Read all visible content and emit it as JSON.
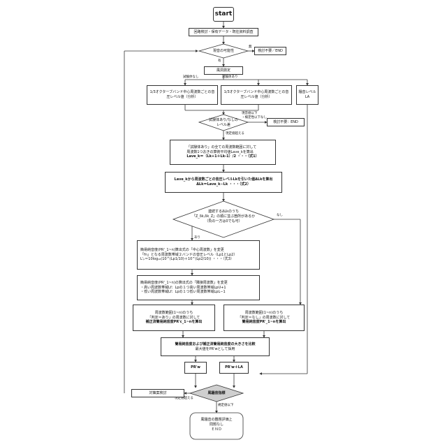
{
  "nodes": {
    "start": "start",
    "survey": "回路検討・保有データ・既往資料調査",
    "need_check": "現音の可能性",
    "no_need": "検討不要／END",
    "measure": "風洞測定",
    "band_analysis_a": "1/3オクターブバンド中心周波数ごとの音圧レベル値（分析）",
    "band_analysis_b": "1/3オクターブバンド中心周波数ごとの音圧レベル値（分析）",
    "noise_level": [
      "騒音レベル",
      "LA"
    ],
    "specimen_check": [
      "試験体あり/なしの",
      "レベル差"
    ],
    "end_2": "検討不要：END",
    "lave_calc": [
      "「試験体あり」の全ての周波数範囲に対して",
      "周波数1つおきの算術平均値Lave_kを算出",
      "Lave_k＝（Lk+1＋Lk-1）/2 ・・・（式1）"
    ],
    "delta_calc": [
      "Lave_kから周波数ごとの音圧レベルLkを引いた値ΔLkを算出",
      "ΔLk＝Lave_k−Lk   ・・・（式2）"
    ],
    "continuous_check": [
      "連続するΔLkのうち",
      "「Z_δk,δk_Z」の順に並ぶ箇所があるか",
      "（負の一方は0でも可）"
    ],
    "correction_formula": [
      "簡易純音度(PR'_1~n)算出式の「中心周波数」を変更",
      "「fn」となる周波数帯域２バンドの音圧レベル（Lp1とLp2）",
      "L'ₚ＝10log₁₀(10^(Lp1/10)＋10^(Lp2/10)) ・・・（式3）"
    ],
    "masking_change": [
      "簡易純音度(PR'_1~n)の算出式の「隣接周波数」を変更",
      "・高い周波数帯域Lf：Lpの１つ高い周波数帯域LpU+1",
      "・低い周波数帯域Lf：Lpの１つ低い周波数帯域LpL−1"
    ],
    "freq_yes": [
      "周波数範囲(1~n)のうち",
      "「判定＝あり」の周波数に対して",
      "補正済簡易純音度PR'c_1~nを算出"
    ],
    "freq_no": [
      "周波数範囲(1~n)のうち",
      "「判定＝なし」の周波数に対して",
      "簡易純音度PR'_1~nを算出"
    ],
    "compare": [
      "簡易純音度および補正済簡易純音度の大きさを比較",
      "最大値をPR'wとして採用"
    ],
    "prw": "PR'w",
    "prw_la": "PR'w＋LA",
    "eval_decision": "風騒音指標",
    "countermeasure": "対策案検討",
    "final": [
      "風騒音の難題評価上",
      "問題なし",
      "ＥＮＤ"
    ]
  },
  "edge_labels": {
    "possible_yes": "有",
    "possible_no": "無",
    "with_specimen": "試験体あり",
    "without_specimen": "試験体なし",
    "level_diff": [
      "現音値以下",
      "・検定性以下なし"
    ],
    "need_judgment": "現定値超える",
    "arari": "あり",
    "nashi": "なし",
    "exceeds": "現定値超える",
    "below": "規定値以下"
  }
}
